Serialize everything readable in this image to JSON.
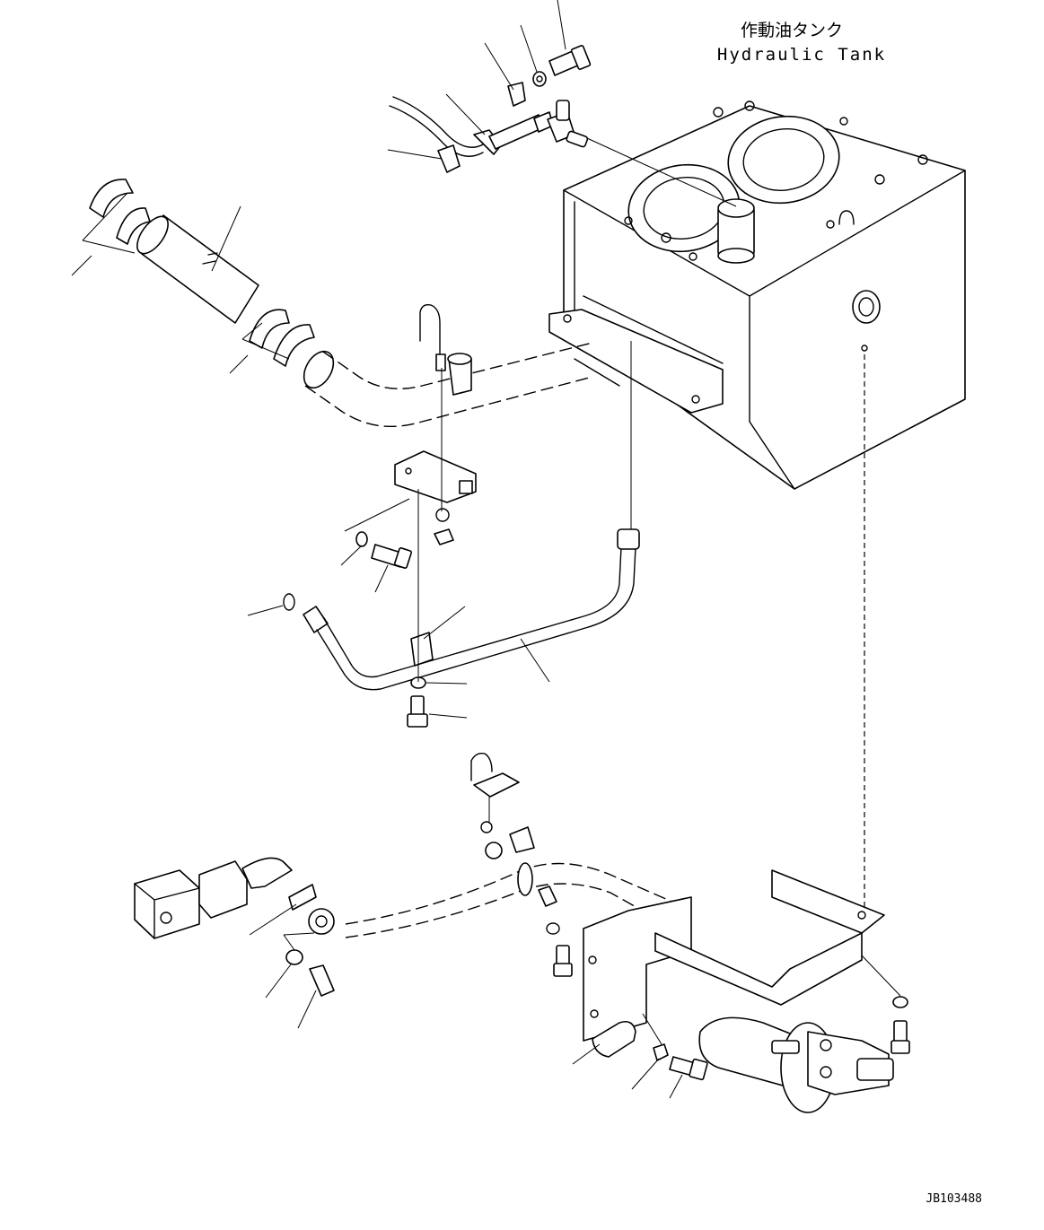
{
  "labels": {
    "tank_jp": "作動油タンク",
    "tank_en": "Hydraulic Tank",
    "drawing_id": "JB103488"
  },
  "colors": {
    "line": "#000000",
    "background": "#ffffff"
  }
}
